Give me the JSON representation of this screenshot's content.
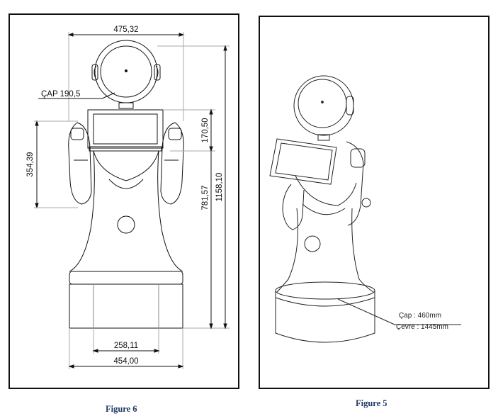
{
  "figures": [
    {
      "caption": "Figure 6",
      "dimensions": {
        "top_width": "475,32",
        "head_diameter": "ÇAP 190,5",
        "side_height": "354,39",
        "head_height": "170,50",
        "body_height": "781,57",
        "total_height": "1158,10",
        "inner_base_width": "258,11",
        "base_width": "454,00"
      }
    },
    {
      "caption": "Figure 5",
      "annotations": {
        "diameter": "Çap : 460mm",
        "circumference": "Çevre : 1445mm"
      }
    }
  ],
  "colors": {
    "caption": "#1f3864",
    "line": "#111111",
    "frame": "#111111"
  }
}
